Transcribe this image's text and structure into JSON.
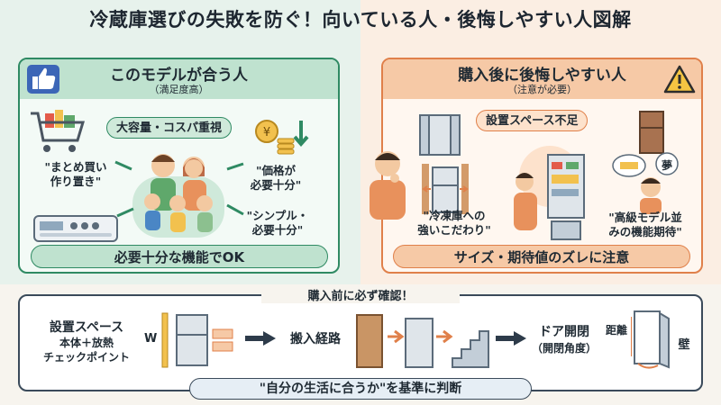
{
  "header": {
    "title": "冷蔵庫選びの失敗を防ぐ！向いている人・後悔しやすい人図解"
  },
  "left_panel": {
    "title": "このモデルが合う人",
    "subtitle": "（満足度高）",
    "tag": "大容量・コスパ重視",
    "quote_1": "\"まとめ買い\n作り置き\"",
    "quote_2": "\"価格が\n必要十分\"",
    "quote_3": "\"シンプル・\n必要十分\"",
    "bottom": "必要十分な機能でOK",
    "accent": "#2f8a63"
  },
  "right_panel": {
    "title": "購入後に後悔しやすい人",
    "subtitle": "（注意が必要）",
    "tag": "設置スペース不足",
    "quote_1": "\"冷凍庫への\n強いこだわり\"",
    "quote_2": "\"高級モデル並\nみの機能期待\"",
    "bubble_text": "夢",
    "bottom": "サイズ・期待値のズレに注意",
    "accent": "#e0804a"
  },
  "checklist": {
    "title": "購入前に必ず確認！",
    "item_1": "設置スペース",
    "item_1_sub1": "本体＋放熱",
    "item_1_sub2": "チェックポイント",
    "width_label": "W",
    "item_2": "搬入経路",
    "item_3": "ドア開閉",
    "item_3_sub": "（開閉角度）",
    "distance_label": "距離",
    "wall_label": "壁",
    "footer": "\"自分の生活に合うか\"を基準に判断"
  }
}
